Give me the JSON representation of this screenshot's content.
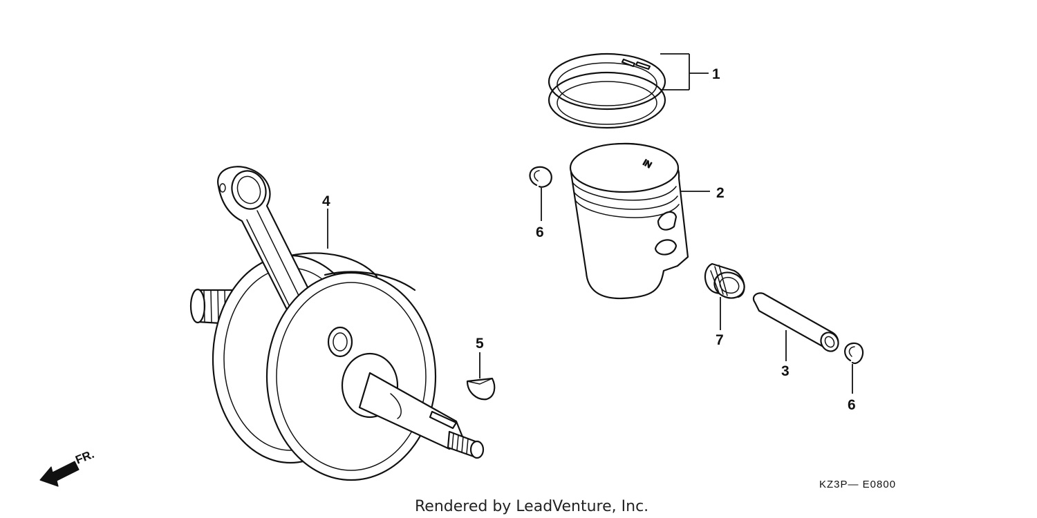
{
  "diagram": {
    "callouts": [
      {
        "id": "1",
        "label": "1"
      },
      {
        "id": "2",
        "label": "2"
      },
      {
        "id": "3",
        "label": "3"
      },
      {
        "id": "4",
        "label": "4"
      },
      {
        "id": "5",
        "label": "5"
      },
      {
        "id": "6a",
        "label": "6"
      },
      {
        "id": "6b",
        "label": "6"
      },
      {
        "id": "7",
        "label": "7"
      }
    ],
    "piston_marking": "IN",
    "front_indicator": "FR.",
    "diagram_code": "KZ3P— E0800",
    "credit": "Rendered by LeadVenture, Inc."
  },
  "colors": {
    "ink": "#111111",
    "background": "#ffffff"
  }
}
